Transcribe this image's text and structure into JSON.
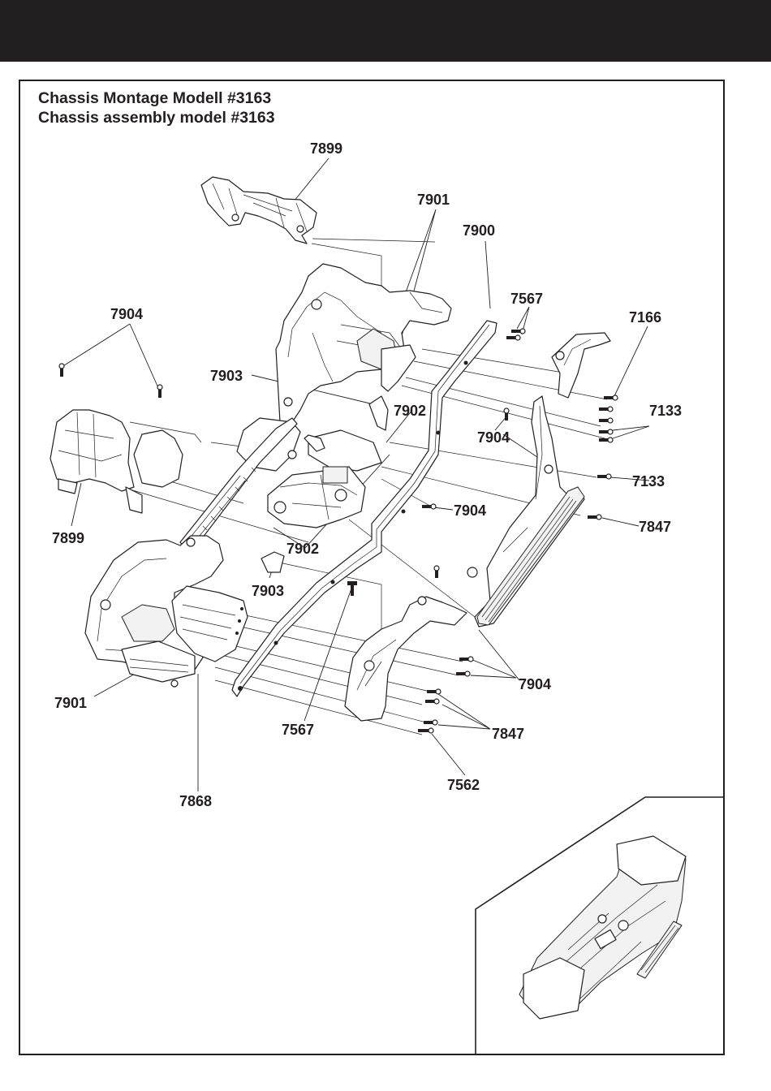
{
  "title": {
    "line1": "Chassis Montage Modell #3163",
    "line2": "Chassis assembly model #3163"
  },
  "callouts": {
    "c7899_top": "7899",
    "c7901_top": "7901",
    "c7900": "7900",
    "c7567_top": "7567",
    "c7166": "7166",
    "c7904_left": "7904",
    "c7903_top": "7903",
    "c7902_top": "7902",
    "c7133_a": "7133",
    "c7904_mid": "7904",
    "c7133_b": "7133",
    "c7904_right": "7904",
    "c7847_a": "7847",
    "c7899_left": "7899",
    "c7902_mid": "7902",
    "c7903_mid": "7903",
    "c7904_bottom": "7904",
    "c7901_bottom": "7901",
    "c7567_bottom": "7567",
    "c7847_b": "7847",
    "c7562": "7562",
    "c7868": "7868"
  },
  "colors": {
    "ink": "#231f20",
    "background": "#ffffff"
  }
}
